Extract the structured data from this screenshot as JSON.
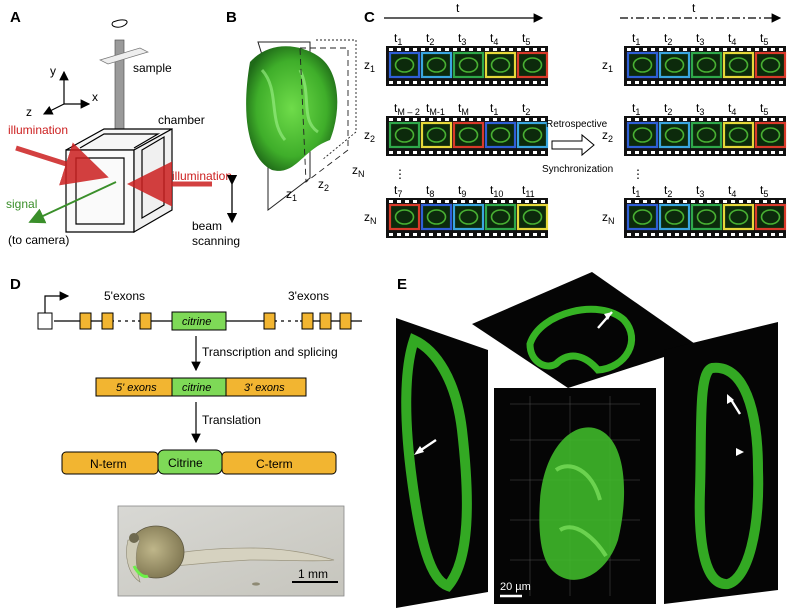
{
  "panels": {
    "a": "A",
    "b": "B",
    "c": "C",
    "d": "D",
    "e": "E"
  },
  "panel_a": {
    "axis_y": "y",
    "axis_x": "x",
    "axis_z": "z",
    "sample": "sample",
    "chamber": "chamber",
    "illumination_left": "illumination",
    "illumination_right": "illumination",
    "signal": "signal",
    "to_camera": "(to camera)",
    "beam": "beam",
    "scanning": "scanning",
    "colors": {
      "illumination": "#cc1f1f",
      "signal": "#3a8f2a"
    }
  },
  "panel_b": {
    "z1": "z",
    "z1_sub": "1",
    "z2": "z",
    "z2_sub": "2",
    "zn": "z",
    "zn_sub": "N"
  },
  "panel_c": {
    "t": "t",
    "t_right": "t",
    "retro_1": "Retrospective",
    "retro_2": "Synchronization",
    "rows_left": [
      {
        "z": "z",
        "zsub": "1",
        "ticks": [
          [
            "t",
            "1"
          ],
          [
            "t",
            "2"
          ],
          [
            "t",
            "3"
          ],
          [
            "t",
            "4"
          ],
          [
            "t",
            "5"
          ]
        ]
      },
      {
        "z": "z",
        "zsub": "2",
        "ticks": [
          [
            "t",
            "M – 2"
          ],
          [
            "t",
            "M-1"
          ],
          [
            "t",
            "M"
          ],
          [
            "t",
            "1"
          ],
          [
            "t",
            "2"
          ]
        ]
      },
      {
        "z": "z",
        "zsub": "N",
        "ticks": [
          [
            "t",
            "7"
          ],
          [
            "t",
            "8"
          ],
          [
            "t",
            "9"
          ],
          [
            "t",
            "10"
          ],
          [
            "t",
            "11"
          ]
        ]
      }
    ],
    "rows_right": [
      {
        "z": "z",
        "zsub": "1",
        "ticks": [
          [
            "t",
            "1"
          ],
          [
            "t",
            "2"
          ],
          [
            "t",
            "3"
          ],
          [
            "t",
            "4"
          ],
          [
            "t",
            "5"
          ]
        ]
      },
      {
        "z": "z",
        "zsub": "2",
        "ticks": [
          [
            "t",
            "1"
          ],
          [
            "t",
            "2"
          ],
          [
            "t",
            "3"
          ],
          [
            "t",
            "4"
          ],
          [
            "t",
            "5"
          ]
        ]
      },
      {
        "z": "z",
        "zsub": "N",
        "ticks": [
          [
            "t",
            "1"
          ],
          [
            "t",
            "2"
          ],
          [
            "t",
            "3"
          ],
          [
            "t",
            "4"
          ],
          [
            "t",
            "5"
          ]
        ]
      }
    ],
    "frame_colors": [
      "#2f5fd6",
      "#3aa6e0",
      "#2fa84a",
      "#e6d83a",
      "#d83a2a"
    ]
  },
  "panel_d": {
    "exons5": "5'exons",
    "exons3": "3'exons",
    "citrine_gene": "citrine",
    "transcription": "Transcription and splicing",
    "mrna_5": "5' exons",
    "mrna_citrine": "citrine",
    "mrna_3": "3' exons",
    "translation": "Translation",
    "protein_n": "N-term",
    "protein_citrine": "Citrine",
    "protein_c": "C-term",
    "scale": "1 mm",
    "colors": {
      "exon": "#f2b531",
      "citrine": "#7ed957"
    }
  },
  "panel_e": {
    "scale": "20 µm"
  }
}
